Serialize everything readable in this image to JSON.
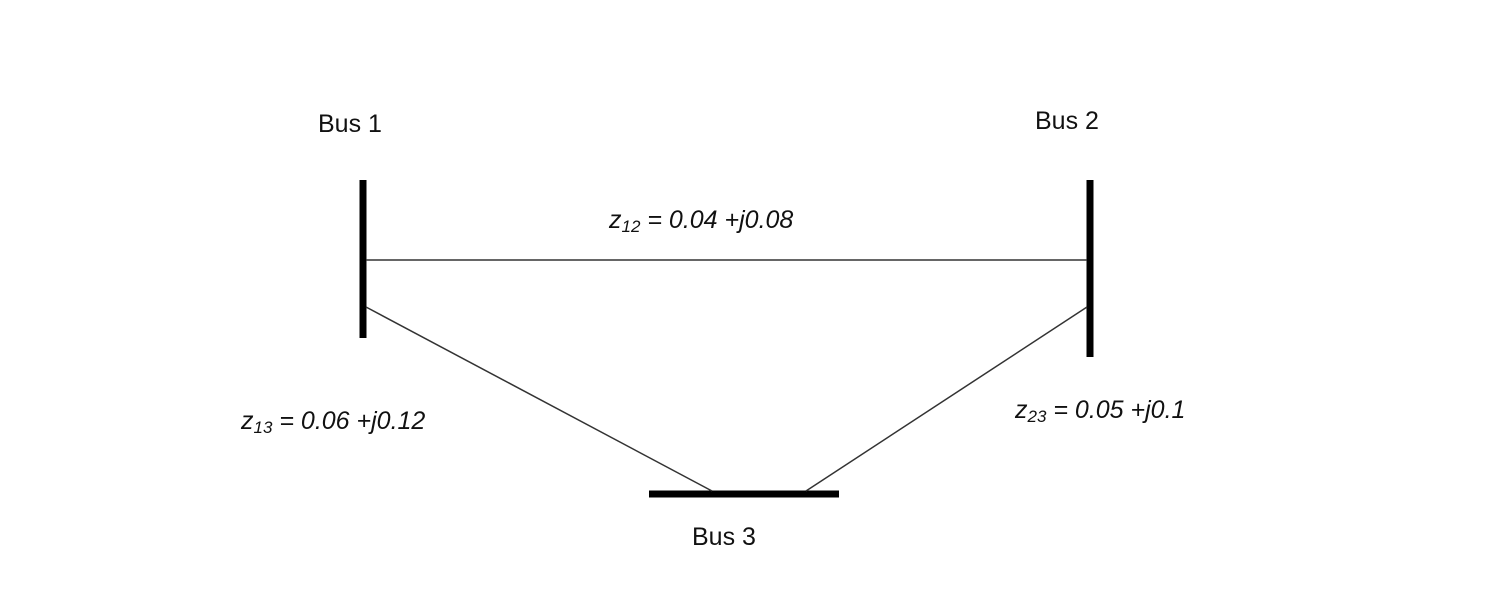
{
  "buses": [
    {
      "id": "bus1",
      "label": "Bus 1"
    },
    {
      "id": "bus2",
      "label": "Bus 2"
    },
    {
      "id": "bus3",
      "label": "Bus 3"
    }
  ],
  "lines": [
    {
      "id": "line12",
      "from": "bus1",
      "to": "bus2",
      "symbol": "z",
      "subscript": "12",
      "impedance": "= 0.04 +j0.08"
    },
    {
      "id": "line13",
      "from": "bus1",
      "to": "bus3",
      "symbol": "z",
      "subscript": "13",
      "impedance": "= 0.06 +j0.12"
    },
    {
      "id": "line23",
      "from": "bus2",
      "to": "bus3",
      "symbol": "z",
      "subscript": "23",
      "impedance": "= 0.05 +j0.1"
    }
  ],
  "colors": {
    "bus": "#000000",
    "line": "#333333",
    "text": "#111111",
    "background": "#ffffff"
  }
}
